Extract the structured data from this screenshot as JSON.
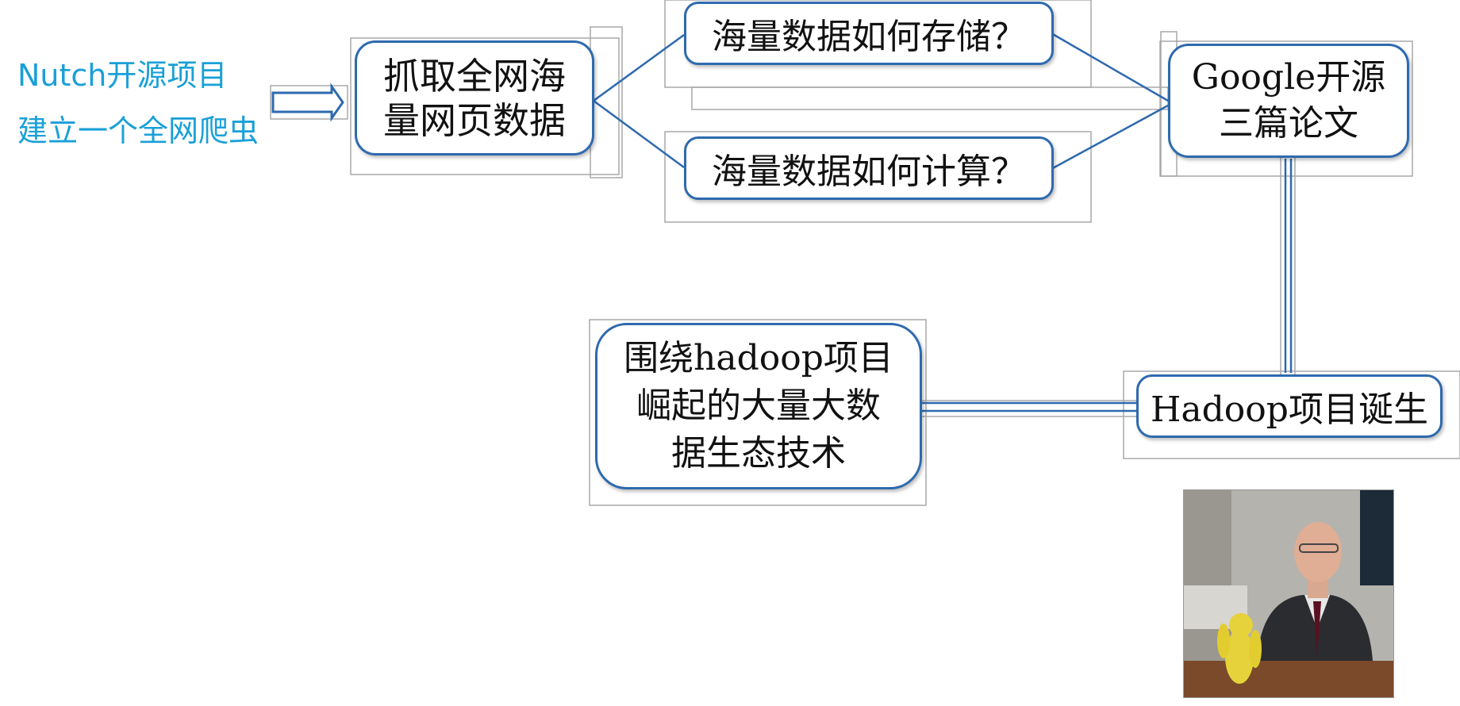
{
  "left_text": {
    "line1": "Nutch开源项目",
    "line2": "建立一个全网爬虫"
  },
  "nodes": {
    "crawl": "抓取全网海\n量网页数据",
    "storage": "海量数据如何存储？",
    "compute": "海量数据如何计算？",
    "google": "Google开源\n三篇论文",
    "hadoop": "Hadoop项目诞生",
    "ecosystem": "围绕hadoop项目\n崛起的大量大数\n据生态技术"
  },
  "colors": {
    "label": "#1aa0d8",
    "node_border": "#2e6aae",
    "connector": "#2e6aae",
    "selection_frame": "#a8a8a8"
  },
  "icons": {
    "arrow": "right-arrow-icon",
    "presenter": "presenter-video-icon"
  }
}
